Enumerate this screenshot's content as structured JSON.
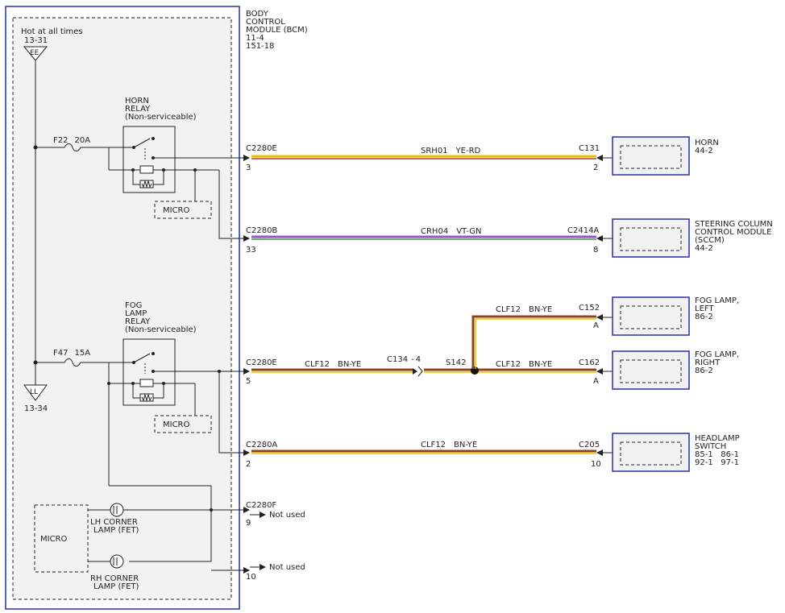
{
  "bcm": {
    "title_lines": [
      "BODY",
      "CONTROL",
      "MODULE (BCM)",
      "11-4",
      "151-18"
    ],
    "hot_label": "Hot at all times",
    "top_ref": "13-31",
    "top_symbol": "EE",
    "bottom_ref": "13-34",
    "bottom_symbol": "LL"
  },
  "fuses": [
    {
      "id": "F22",
      "rating": "20A"
    },
    {
      "id": "F47",
      "rating": "15A"
    }
  ],
  "relays": [
    {
      "lines": [
        "HORN",
        "RELAY",
        "(Non-serviceable)"
      ]
    },
    {
      "lines": [
        "FOG",
        "LAMP",
        "RELAY",
        "(Non-serviceable)"
      ]
    }
  ],
  "micro_labels": [
    "MICRO",
    "MICRO",
    "MICRO"
  ],
  "fets": [
    {
      "lines": [
        "LH CORNER",
        "LAMP (FET)"
      ]
    },
    {
      "lines": [
        "RH CORNER",
        "LAMP (FET)"
      ]
    }
  ],
  "circuits": [
    {
      "left_conn": "C2280E",
      "left_pin": "3",
      "circuit": "SRH01",
      "color": "YE-RD",
      "right_conn": "C131",
      "right_pin": "2",
      "wire_colors": [
        "#e8c000",
        "#c0392b"
      ]
    },
    {
      "left_conn": "C2280B",
      "left_pin": "33",
      "circuit": "CRH04",
      "color": "VT-GN",
      "right_conn": "C2414A",
      "right_pin": "8",
      "wire_colors": [
        "#9b4fc9",
        "#3a9a3a"
      ]
    },
    {
      "left_conn": "C2280E",
      "left_pin": "5",
      "circuit": "CLF12",
      "color": "BN-YE",
      "right_conn": "C162",
      "right_pin": "A",
      "wire_colors": [
        "#8b4513",
        "#e8c000"
      ]
    },
    {
      "left_conn": "C2280A",
      "left_pin": "2",
      "circuit": "CLF12",
      "color": "BN-YE",
      "right_conn": "C205",
      "right_pin": "10",
      "wire_colors": [
        "#8b4513",
        "#e8c000"
      ]
    }
  ],
  "fog_branch": {
    "inline_conn": "C134",
    "inline_pin": "4",
    "splice": "S142",
    "circuit": "CLF12",
    "color": "BN-YE",
    "branch_circuit": "CLF12",
    "branch_color": "BN-YE",
    "branch_conn": "C152",
    "branch_pin": "A"
  },
  "unused": [
    {
      "conn": "C2280F",
      "pin": "9",
      "label": "Not used"
    },
    {
      "pin": "10",
      "label": "Not used"
    }
  ],
  "modules": [
    {
      "lines": [
        "HORN",
        "44-2"
      ]
    },
    {
      "lines": [
        "STEERING COLUMN",
        "CONTROL MODULE",
        "(SCCM)",
        "44-2"
      ]
    },
    {
      "lines": [
        "FOG LAMP,",
        "LEFT",
        "86-2"
      ]
    },
    {
      "lines": [
        "FOG LAMP,",
        "RIGHT",
        "86-2"
      ]
    },
    {
      "lines": [
        "HEADLAMP",
        "SWITCH",
        "85-1   86-1",
        "92-1   97-1"
      ]
    }
  ]
}
